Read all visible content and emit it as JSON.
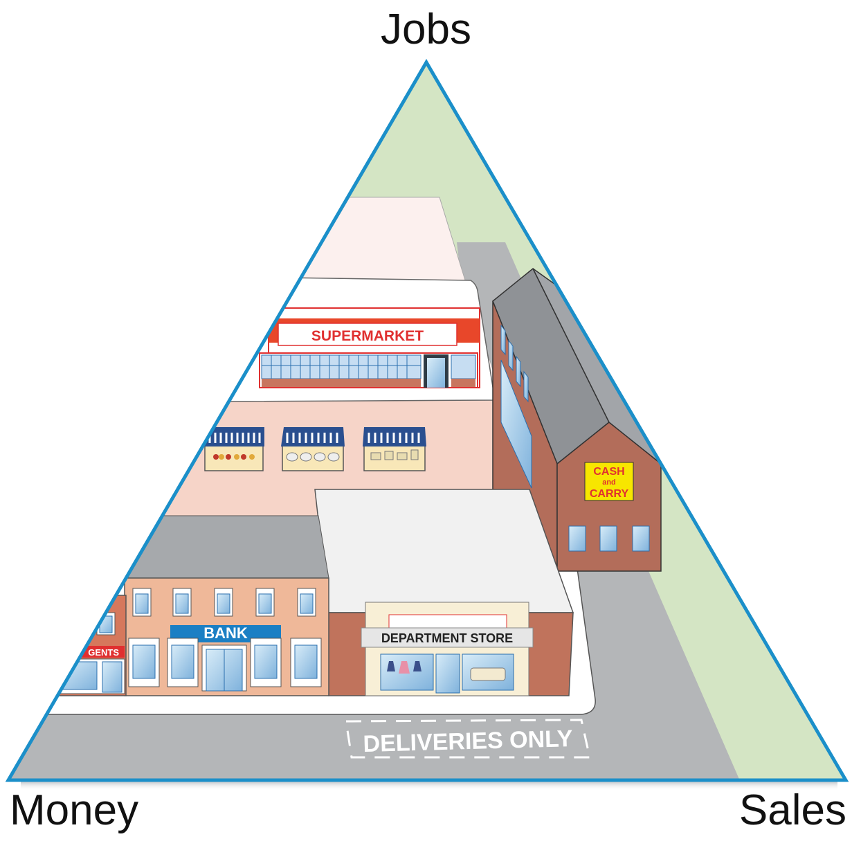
{
  "labels": {
    "top": "Jobs",
    "left": "Money",
    "right": "Sales"
  },
  "signs": {
    "supermarket": "SUPERMARKET",
    "bank": "BANK",
    "agents": "GENTS",
    "department_store": "DEPARTMENT STORE",
    "cash_line1": "CASH",
    "cash_line2": "and",
    "cash_line3": "CARRY",
    "deliveries": "DELIVERIES ONLY"
  },
  "colors": {
    "triangle_outline": "#1b8fc9",
    "grass": "#d4e5c4",
    "road": "#b4b6b8",
    "plaza": "#f6d4c8",
    "supermarket_red": "#e03030",
    "bank_blue": "#1b7fc4",
    "brick": "#b36d5a",
    "cash_yellow": "#f7e600"
  }
}
